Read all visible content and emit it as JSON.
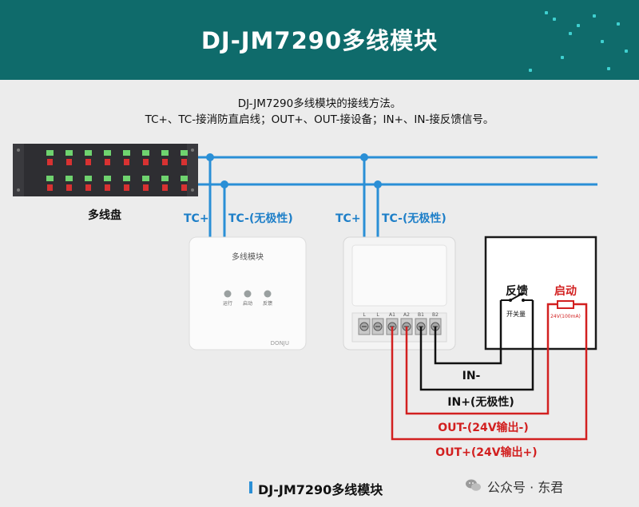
{
  "header": {
    "title": "DJ-JM7290多线模块"
  },
  "description": {
    "line1": "DJ-JM7290多线模块的接线方法。",
    "line2": "TC+、TC-接消防直启线；OUT+、OUT-接设备；IN+、IN-接反馈信号。"
  },
  "panel": {
    "label": "多线盘"
  },
  "bus_labels": {
    "tc_plus_left": "TC+",
    "tc_minus_left": "TC-(无极性)",
    "tc_plus_right": "TC+",
    "tc_minus_right": "TC-(无极性)"
  },
  "module_front": {
    "title": "多线模块",
    "led_labels": [
      "运行",
      "启动",
      "反馈"
    ],
    "brand": "DONJU"
  },
  "module_back": {
    "terminals": [
      "L",
      "L",
      "A1",
      "A2",
      "B1",
      "B2"
    ]
  },
  "device": {
    "feedback_label": "反馈",
    "switch_label": "开关量",
    "start_label": "启动",
    "start_spec": "24V(100mA)"
  },
  "wire_labels": {
    "in_minus": "IN-",
    "in_plus": "IN+(无极性)",
    "out_minus": "OUT-(24V输出-)",
    "out_plus": "OUT+(24V输出+)"
  },
  "colors": {
    "header_bg": "#0f6b6b",
    "bus_blue": "#2a8fd6",
    "out_red": "#d22020",
    "label_blue": "#1e7fc8"
  },
  "footer": {
    "title": "DJ-JM7290多线模块",
    "watermark": "公众号 · 东君",
    "watermark_icon": "wechat-icon"
  }
}
